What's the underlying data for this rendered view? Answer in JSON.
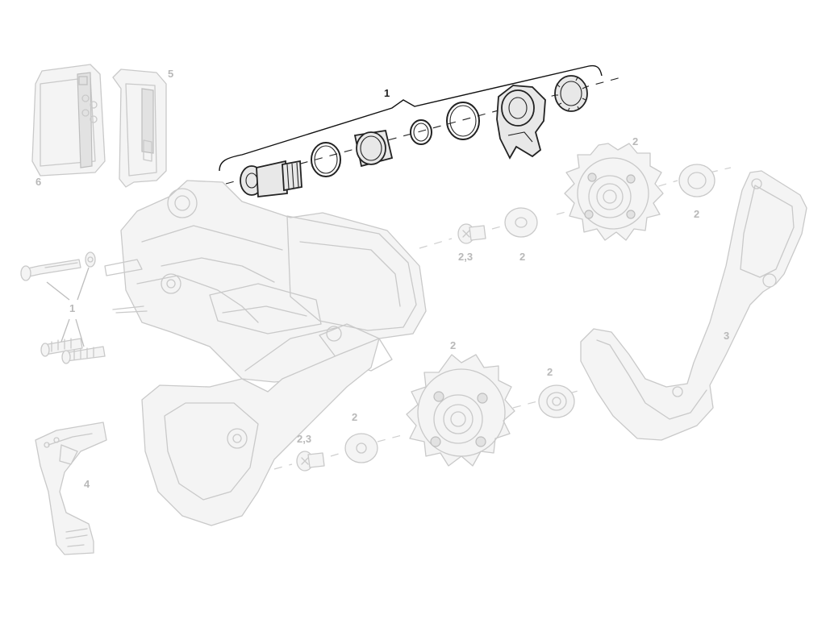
{
  "callouts": {
    "kit_1_top": "1",
    "part_5": "5",
    "part_6": "6",
    "bolts_1_left": "1",
    "part_2_outer_washer_top": "2",
    "part_2_inner_washer_top": "2",
    "part_2_3_bolt_top": "2,3",
    "part_2_upper_pulley": "2",
    "part_3_cage_plate": "3",
    "part_2_lower_pulley": "2",
    "part_2_outer_washer_bottom": "2",
    "part_2_inner_washer_bottom": "2",
    "part_2_3_bolt_bottom": "2,3",
    "part_4_gauge": "4"
  },
  "colors": {
    "highlight_stroke": "#222222",
    "ghost_stroke": "#c9c9c9",
    "callout_ghost": "#b8b8b8",
    "callout_highlight": "#222222",
    "background": "#ffffff"
  }
}
